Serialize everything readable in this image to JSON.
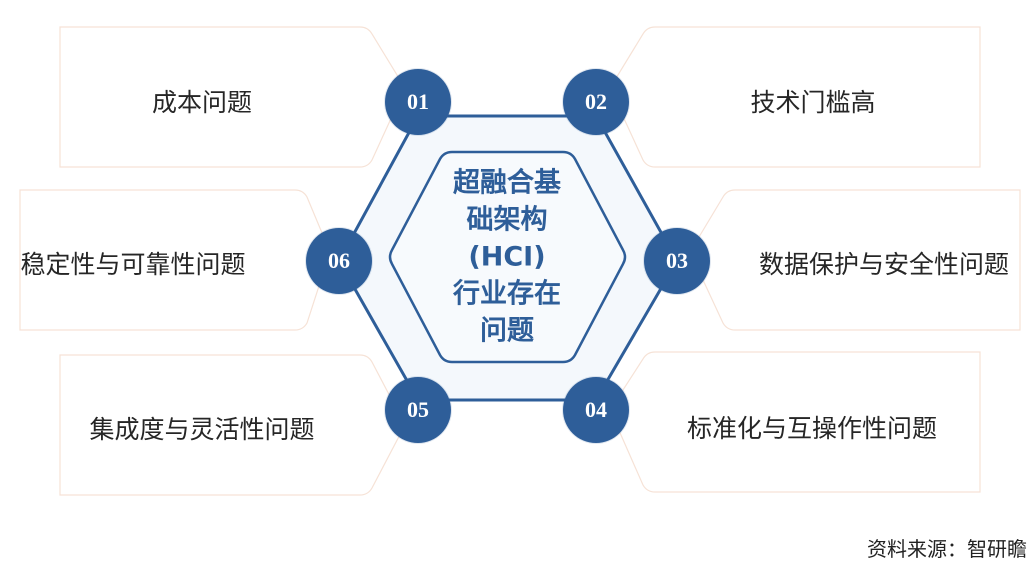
{
  "diagram": {
    "center": {
      "title_lines": [
        "超融合基",
        "础架构",
        "(HCI)",
        "行业存在",
        "问题"
      ]
    },
    "items": [
      {
        "number": "01",
        "label": "成本问题"
      },
      {
        "number": "02",
        "label": "技术门槛高"
      },
      {
        "number": "03",
        "label": "数据保护与安全性问题"
      },
      {
        "number": "04",
        "label": "标准化与互操作性问题"
      },
      {
        "number": "05",
        "label": "集成度与灵活性问题"
      },
      {
        "number": "06",
        "label": "稳定性与可靠性问题"
      }
    ],
    "source": "资料来源：智研瞻"
  },
  "colors": {
    "accent_blue": "#2e5e99",
    "hex_fill": "#f4f8fc",
    "panel_outline": "#f6e2d6",
    "label_text": "#262626"
  }
}
